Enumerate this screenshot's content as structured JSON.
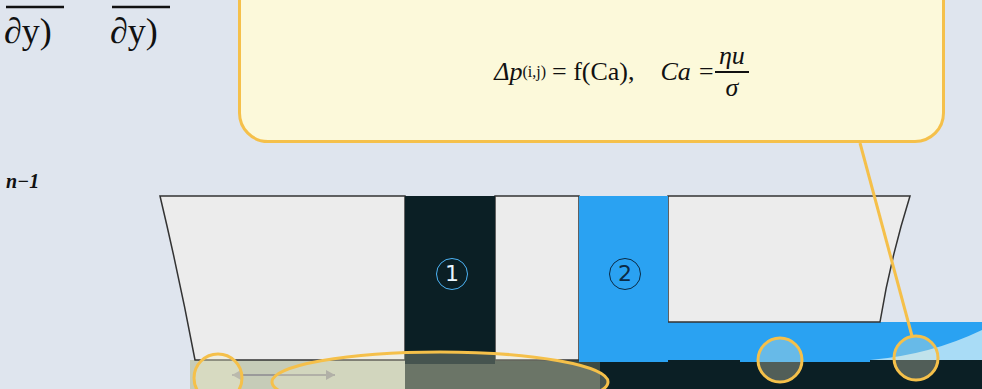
{
  "diagram": {
    "nodes": [
      {
        "text": [
          "Δp",
          "(i,j)",
          "= f(Ca),",
          "Ca =",
          "ηu",
          "σ"
        ]
      }
    ],
    "labels": [
      "∂y)",
      "∂y)",
      "n−1",
      "1",
      "2"
    ]
  }
}
